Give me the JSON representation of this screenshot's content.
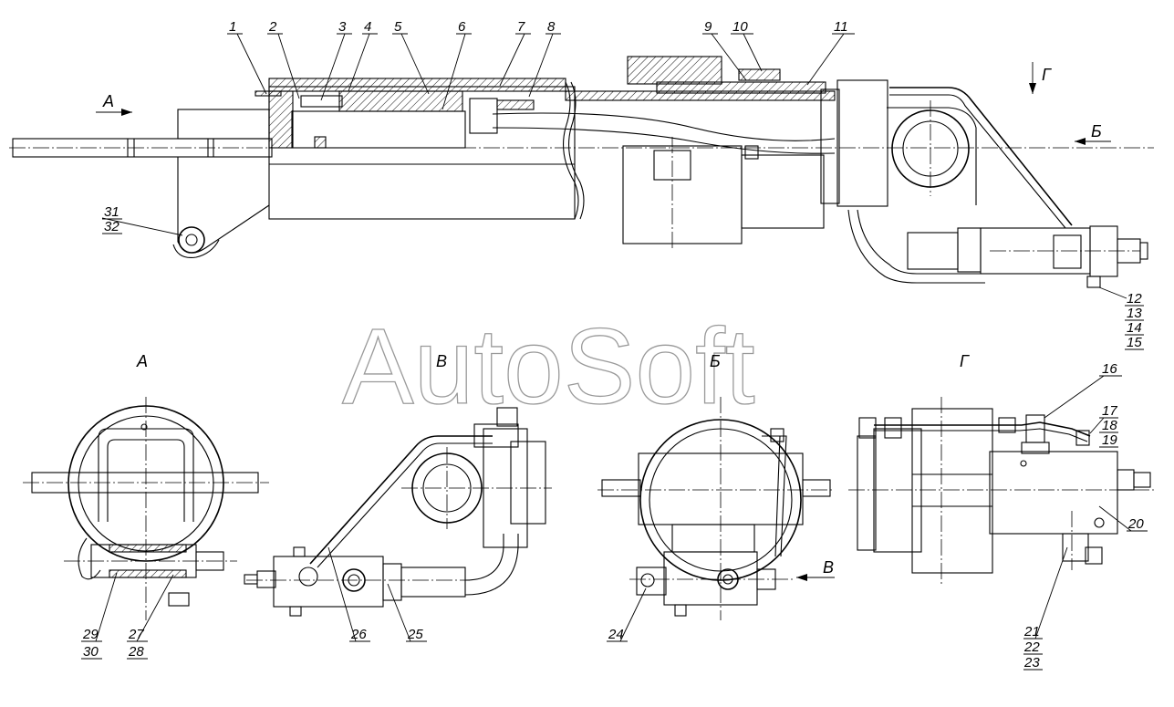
{
  "watermark": "AutoSoft",
  "view_labels": {
    "a_arrow": "А",
    "b_arrow": "Б",
    "g_arrow": "Г",
    "v_arrow": "В",
    "view_a": "А",
    "view_v": "В",
    "view_b": "Б",
    "view_g": "Г"
  },
  "callouts": {
    "n1": "1",
    "n2": "2",
    "n3": "3",
    "n4": "4",
    "n5": "5",
    "n6": "6",
    "n7": "7",
    "n8": "8",
    "n9": "9",
    "n10": "10",
    "n11": "11",
    "n12": "12",
    "n13": "13",
    "n14": "14",
    "n15": "15",
    "n16": "16",
    "n17": "17",
    "n18": "18",
    "n19": "19",
    "n20": "20",
    "n21": "21",
    "n22": "22",
    "n23": "23",
    "n24": "24",
    "n25": "25",
    "n26": "26",
    "n27": "27",
    "n28": "28",
    "n29": "29",
    "n30": "30",
    "n31": "31",
    "n32": "32"
  }
}
